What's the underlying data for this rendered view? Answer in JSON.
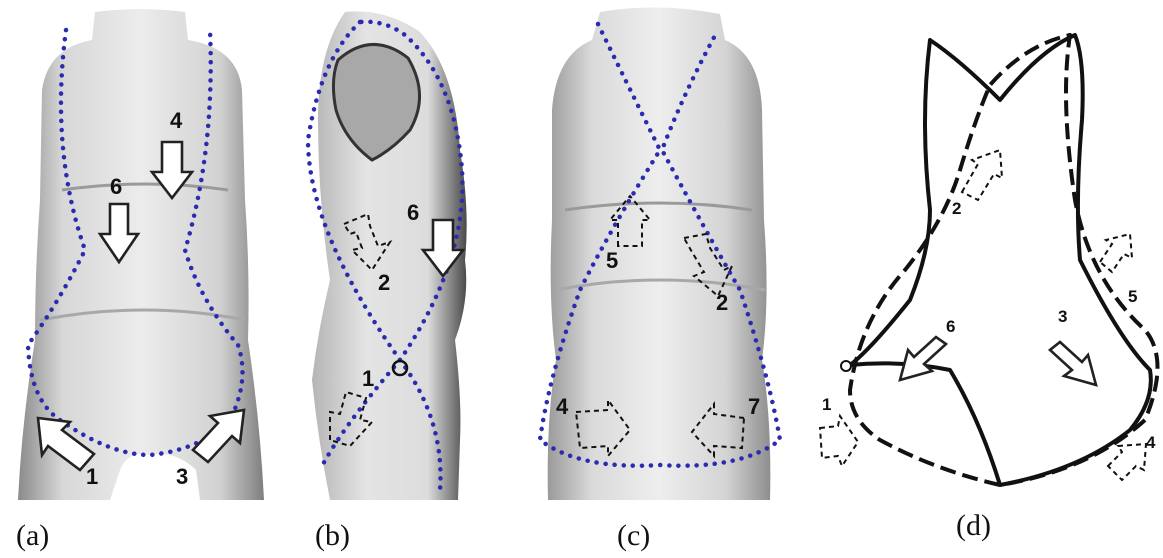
{
  "panels": [
    {
      "id": "a",
      "label": "(a)"
    },
    {
      "id": "b",
      "label": "(b)"
    },
    {
      "id": "c",
      "label": "(c)"
    },
    {
      "id": "d",
      "label": "(d)"
    }
  ],
  "markers": {
    "a": [
      "1",
      "3",
      "4",
      "6"
    ],
    "b": [
      "1",
      "2",
      "6"
    ],
    "c": [
      "2",
      "4",
      "5",
      "7"
    ],
    "d": [
      "1",
      "2",
      "3",
      "4",
      "5",
      "6"
    ]
  }
}
